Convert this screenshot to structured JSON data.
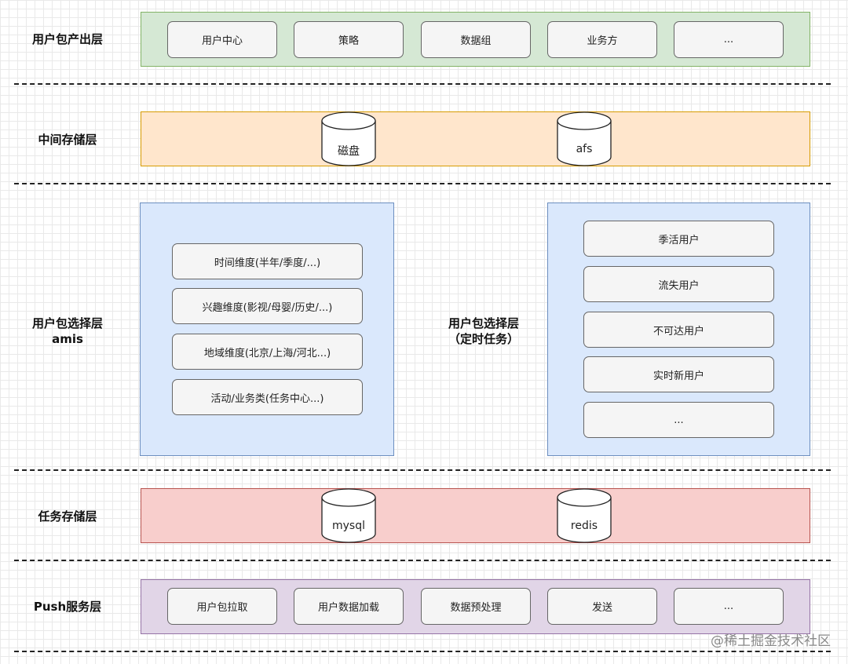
{
  "layers": {
    "output": {
      "label": "用户包产出层",
      "items": [
        "用户中心",
        "策略",
        "数据组",
        "业务方",
        "..."
      ]
    },
    "middle_storage": {
      "label": "中间存储层",
      "stores": [
        "磁盘",
        "afs"
      ]
    },
    "selection": {
      "label_line1": "用户包选择层",
      "label_line2": "amis",
      "amis_items": [
        "时间维度(半年/季度/...)",
        "兴趣维度(影视/母婴/历史/...)",
        "地域维度(北京/上海/河北...)",
        "活动/业务类(任务中心...)"
      ],
      "scheduled_label_line1": "用户包选择层",
      "scheduled_label_line2": "（定时任务）",
      "scheduled_items": [
        "季活用户",
        "流失用户",
        "不可达用户",
        "实时新用户",
        "..."
      ]
    },
    "task_storage": {
      "label": "任务存储层",
      "stores": [
        "mysql",
        "redis"
      ]
    },
    "push": {
      "label": "Push服务层",
      "items": [
        "用户包拉取",
        "用户数据加载",
        "数据预处理",
        "发送",
        "..."
      ]
    }
  },
  "watermark": "@稀土掘金技术社区",
  "colors": {
    "green_fill": "#d5e8d4",
    "green_border": "#82b366",
    "orange_fill": "#ffe6cc",
    "orange_border": "#d79b00",
    "blue_fill": "#dae8fc",
    "blue_border": "#6c8ebf",
    "red_fill": "#f8cecc",
    "red_border": "#b85450",
    "purple_fill": "#e1d5e7",
    "purple_border": "#9673a6"
  }
}
